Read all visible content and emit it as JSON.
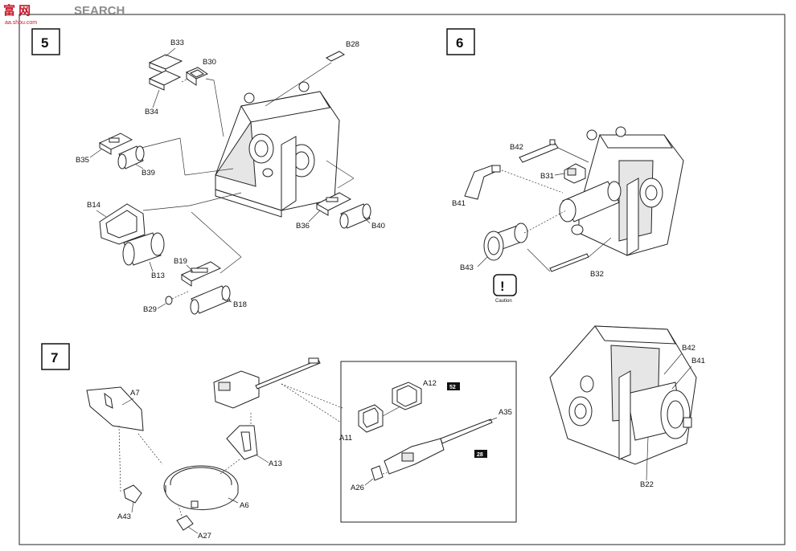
{
  "watermark": {
    "brand_cn": "富 网",
    "brand_en": "SEARCH",
    "url": "aa.shou.com"
  },
  "steps": [
    {
      "number": "5"
    },
    {
      "number": "6"
    },
    {
      "number": "7"
    }
  ],
  "step5": {
    "labels": {
      "b33": "B33",
      "b30": "B30",
      "b34": "B34",
      "b28": "B28",
      "b35": "B35",
      "b39": "B39",
      "b14": "B14",
      "b13": "B13",
      "b19": "B19",
      "b29": "B29",
      "b18": "B18",
      "b36": "B36",
      "b40": "B40"
    }
  },
  "step6": {
    "labels": {
      "b42": "B42",
      "b31": "B31",
      "b41": "B41",
      "b43": "B43",
      "b32": "B32"
    },
    "caution": {
      "glyph": "!",
      "text": "Caution"
    }
  },
  "step7": {
    "labels": {
      "a7": "A7",
      "a13": "A13",
      "a43": "A43",
      "a6": "A6",
      "a27": "A27"
    },
    "inset": {
      "labels": {
        "a12": "A12",
        "a11": "A11",
        "a35": "A35",
        "a26": "A26"
      },
      "badges": {
        "badge_a12": "52",
        "badge_a35": "28"
      }
    }
  },
  "detail_view": {
    "labels": {
      "b42": "B42",
      "b41": "B41",
      "b22": "B22"
    }
  }
}
